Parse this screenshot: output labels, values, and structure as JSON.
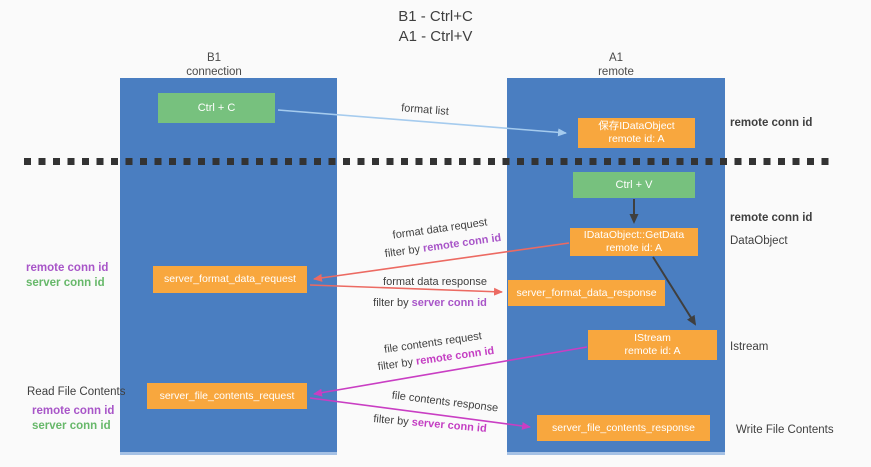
{
  "colors": {
    "bg": "#fafafa",
    "column-blue": "#4a7ec1",
    "box-orange": "#f8a73e",
    "box-green": "#77c17e",
    "text-dark": "#3f3f3f",
    "purple": "#a855c8",
    "magenta": "#c43fc3",
    "green-label": "#67b86a",
    "arrow-blue": "#a5cbee",
    "arrow-red": "#ec6a62",
    "arrow-magenta": "#c93ec3",
    "arrow-black": "#3f3f3f"
  },
  "title": {
    "line1": "B1 - Ctrl+C",
    "line2": "A1 - Ctrl+V"
  },
  "columns": {
    "left": {
      "name": "B1",
      "subtitle": "connection"
    },
    "right": {
      "name": "A1",
      "subtitle": "remote"
    }
  },
  "boxes": {
    "ctrl_c": "Ctrl + C",
    "ctrl_v": "Ctrl + V",
    "save_idataobject": {
      "line1": "保存IDataObject",
      "line2": "remote id: A"
    },
    "getdata": {
      "line1": "IDataObject::GetData",
      "line2": "remote id: A"
    },
    "istream": {
      "line1": "IStream",
      "line2": "remote id: A"
    },
    "server_format_data_request": "server_format_data_request",
    "server_format_data_response": "server_format_data_response",
    "server_file_contents_request": "server_file_contents_request",
    "server_file_contents_response": "server_file_contents_response"
  },
  "annotations": {
    "format_list": "format list",
    "format_data_request": "format data request",
    "format_data_response": "format data response",
    "file_contents_request": "file contents request",
    "file_contents_response": "file contents response",
    "filter_by": "filter by",
    "remote_conn_id": "remote conn id",
    "server_conn_id": "server conn id"
  },
  "side_labels": {
    "remote_conn_id": "remote conn id",
    "server_conn_id": "server conn id",
    "dataobject": "DataObject",
    "istream": "Istream",
    "read_file_contents": "Read File Contents",
    "write_file_contents": "Write File Contents"
  }
}
